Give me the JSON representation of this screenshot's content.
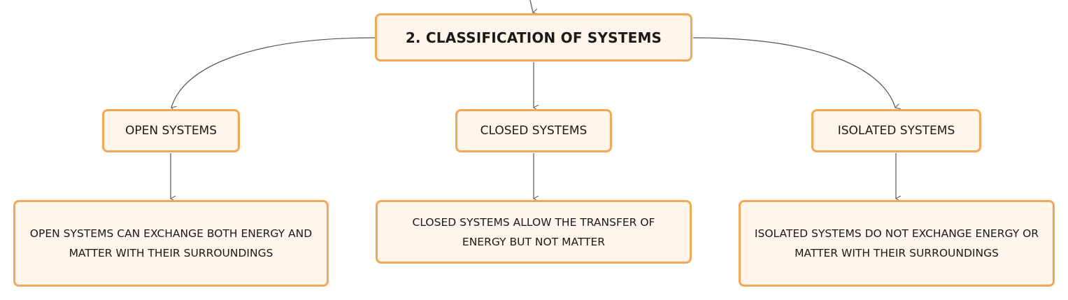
{
  "root": {
    "label": "2. CLASSIFICATION OF SYSTEMS"
  },
  "categories": [
    {
      "label": "OPEN SYSTEMS",
      "description": "OPEN SYSTEMS CAN EXCHANGE BOTH ENERGY AND MATTER WITH THEIR SURROUNDINGS"
    },
    {
      "label": "CLOSED SYSTEMS",
      "description": "CLOSED SYSTEMS ALLOW THE TRANSFER OF ENERGY BUT NOT MATTER"
    },
    {
      "label": "ISOLATED SYSTEMS",
      "description": "ISOLATED SYSTEMS DO NOT EXCHANGE ENERGY OR MATTER WITH THEIR SURROUNDINGS"
    }
  ],
  "colors": {
    "node_border": "#f2a854",
    "node_fill": "#fff5eb",
    "connector": "#555555",
    "text": "#1a1a1a"
  }
}
